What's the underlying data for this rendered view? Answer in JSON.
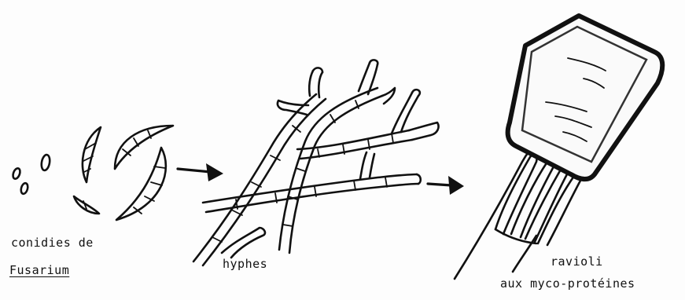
{
  "labels": {
    "conidia_line1": "conidies de",
    "conidia_line2": "Fusarium",
    "hyphae": "hyphes",
    "product_line1": "ravioli",
    "product_line2": "aux myco-protéines"
  }
}
